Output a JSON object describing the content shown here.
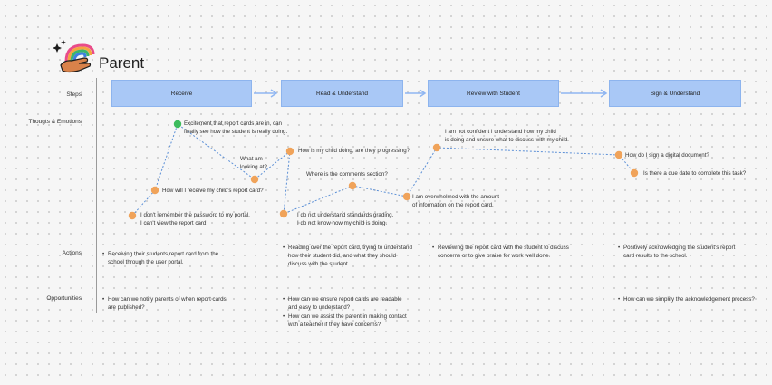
{
  "title": "Parent",
  "row_labels": {
    "steps": "Steps",
    "thoughts": "Thougts & Emotions",
    "actions": "Actions",
    "opportunities": "Opportunities"
  },
  "steps": [
    "Receive",
    "Read & Understand",
    "Review with Student",
    "Sign & Understand"
  ],
  "thoughts": [
    {
      "text": "Excitement that report cards are in, can\nfinally see how the student is really doing.",
      "sentiment": "positive"
    },
    {
      "text": "How will I receive my child's report card?",
      "sentiment": "neutral"
    },
    {
      "text": "I don't remember the password to my portal,\nI can't view the report card!",
      "sentiment": "neutral"
    },
    {
      "text": "What am I\nlooking at?",
      "sentiment": "neutral"
    },
    {
      "text": "How is my child doing, are they progressing?",
      "sentiment": "neutral"
    },
    {
      "text": "Where is the comments section?",
      "sentiment": "neutral"
    },
    {
      "text": "I do not understand standards grading,\nI do not know how my child is doing.",
      "sentiment": "neutral"
    },
    {
      "text": "I am overwhelmed with the amount\nof information on the report card.",
      "sentiment": "neutral"
    },
    {
      "text": "I am not confident I understand how my child\nis doing and unsure what to discuss with my child.",
      "sentiment": "neutral"
    },
    {
      "text": "How do I sign a digital document?",
      "sentiment": "neutral"
    },
    {
      "text": "Is there a due date to complete this task?",
      "sentiment": "neutral"
    }
  ],
  "actions": [
    "Receiving their students report card from the\nschool through the user portal.",
    "Reading over the report card, trying to understand\nhow their student did, and what they should\ndiscuss with the student.",
    "Reviewing the report card with the student to discuss\nconcerns or to give praise for work well done.",
    "Positively acknowledging the student's report\ncard results to the school."
  ],
  "opportunities": [
    [
      "How can we notify parents of when report cards\nare published?"
    ],
    [
      "How can we ensure report cards are readable\nand easy to understand?",
      "How can we assist the parent in making contact\nwith a teacher if they have concerns?"
    ],
    [],
    [
      "How can we simplify the acknowledgement process?"
    ]
  ],
  "colors": {
    "step_fill": "#a9c8f6",
    "arrow": "#8fb6f2",
    "line": "#5b8fd6",
    "positive": "#3dbb5d",
    "neutral": "#f0a35a"
  },
  "icon": "rainbow-hand-icon"
}
